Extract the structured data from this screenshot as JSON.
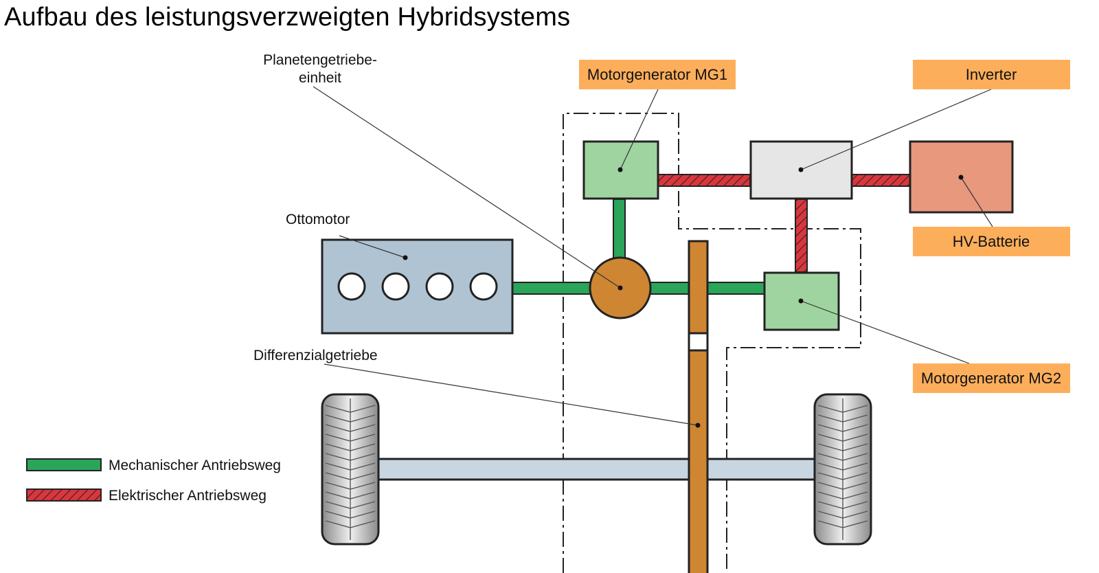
{
  "title": "Aufbau des leistungsverzweigten Hybridsystems",
  "labels": {
    "planetary_line1": "Planetengetriebe-",
    "planetary_line2": "einheit",
    "ottomotor": "Ottomotor",
    "differential": "Differenzialgetriebe",
    "mg1": "Motorgenerator MG1",
    "inverter": "Inverter",
    "hv_battery": "HV-Batterie",
    "mg2": "Motorgenerator MG2"
  },
  "legend": {
    "mechanical": "Mechanischer Antriebsweg",
    "electrical": "Elektrischer Antriebsweg"
  },
  "colors": {
    "mechanical_path": "#2aa55a",
    "electrical_path": "#d9363e",
    "motor_generator": "#9fd4a0",
    "engine": "#afc3d3",
    "inverter": "#e6e6e6",
    "battery": "#e8987d",
    "planetary_gear": "#cf8632",
    "label_tag": "#fdae5b",
    "axle": "#c8d6e2"
  }
}
